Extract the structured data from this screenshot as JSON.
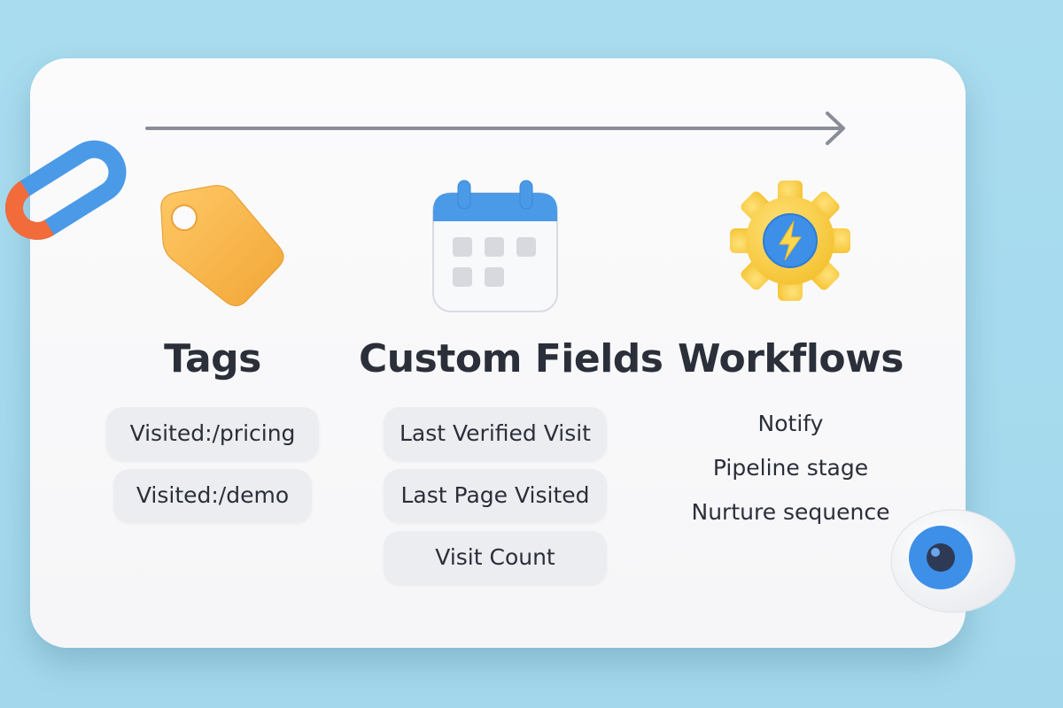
{
  "columns": [
    {
      "title": "Tags",
      "icon": "tag-icon",
      "items": [
        "Visited:/pricing",
        "Visited:/demo"
      ]
    },
    {
      "title": "Custom Fields",
      "icon": "calendar-icon",
      "items": [
        "Last Verified Visit",
        "Last Page Visited",
        "Visit Count"
      ]
    },
    {
      "title": "Workflows",
      "icon": "gear-lightning-icon",
      "items": [
        "Notify",
        "Pipeline stage",
        "Nurture sequence"
      ]
    }
  ],
  "decorations": [
    "link-icon",
    "eye-icon"
  ],
  "colors": {
    "background": "#a9dcef",
    "card": "#f8f8fa",
    "text": "#2b2f3a",
    "pill": "#ecedf1",
    "arrow": "#8a8d99",
    "tag": "#f7b24a",
    "calendar_top": "#4a9ae8",
    "gear": "#f7cc3c",
    "accent_blue": "#3d8fe8",
    "accent_orange": "#f26b3a"
  }
}
